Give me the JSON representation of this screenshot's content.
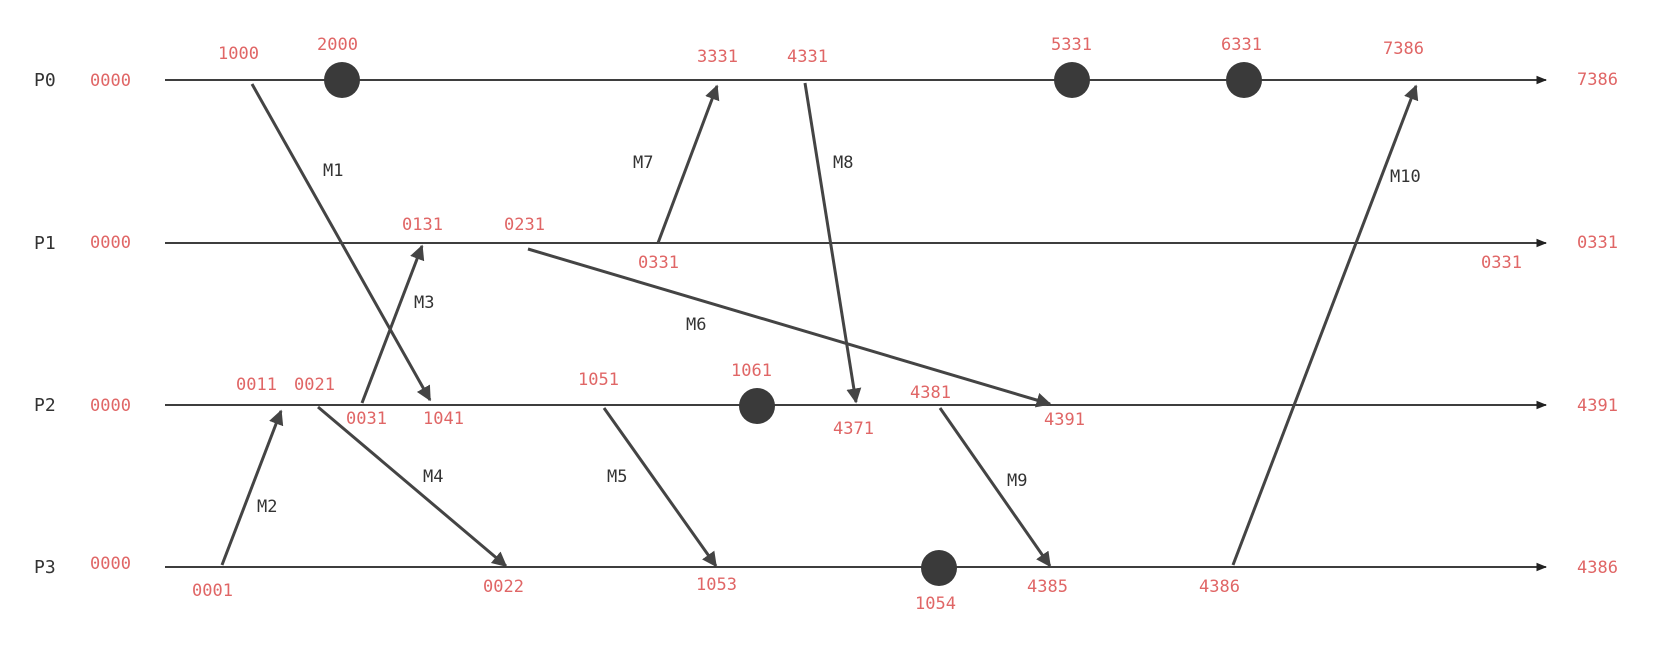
{
  "processes": [
    {
      "id": "P0",
      "label": "P0",
      "initial": "0000",
      "final": "7386"
    },
    {
      "id": "P1",
      "label": "P1",
      "initial": "0000",
      "final": "0331"
    },
    {
      "id": "P2",
      "label": "P2",
      "initial": "0000",
      "final": "4391"
    },
    {
      "id": "P3",
      "label": "P3",
      "initial": "0000",
      "final": "4386"
    }
  ],
  "events": [
    {
      "proc": "P0",
      "clock": "1000"
    },
    {
      "proc": "P0",
      "clock": "2000",
      "dot": true
    },
    {
      "proc": "P0",
      "clock": "3331"
    },
    {
      "proc": "P0",
      "clock": "4331"
    },
    {
      "proc": "P0",
      "clock": "5331",
      "dot": true
    },
    {
      "proc": "P0",
      "clock": "6331",
      "dot": true
    },
    {
      "proc": "P0",
      "clock": "7386"
    },
    {
      "proc": "P1",
      "clock": "0131"
    },
    {
      "proc": "P1",
      "clock": "0231"
    },
    {
      "proc": "P1",
      "clock": "0331"
    },
    {
      "proc": "P1",
      "clock": "0331"
    },
    {
      "proc": "P2",
      "clock": "0011"
    },
    {
      "proc": "P2",
      "clock": "0021"
    },
    {
      "proc": "P2",
      "clock": "0031"
    },
    {
      "proc": "P2",
      "clock": "1041"
    },
    {
      "proc": "P2",
      "clock": "1051"
    },
    {
      "proc": "P2",
      "clock": "1061",
      "dot": true
    },
    {
      "proc": "P2",
      "clock": "4371"
    },
    {
      "proc": "P2",
      "clock": "4381"
    },
    {
      "proc": "P2",
      "clock": "4391"
    },
    {
      "proc": "P3",
      "clock": "0001"
    },
    {
      "proc": "P3",
      "clock": "0022"
    },
    {
      "proc": "P3",
      "clock": "1053"
    },
    {
      "proc": "P3",
      "clock": "1054",
      "dot": true
    },
    {
      "proc": "P3",
      "clock": "4385"
    },
    {
      "proc": "P3",
      "clock": "4386"
    }
  ],
  "messages": [
    {
      "label": "M1",
      "from": "P0",
      "to": "P2"
    },
    {
      "label": "M2",
      "from": "P3",
      "to": "P2"
    },
    {
      "label": "M3",
      "from": "P2",
      "to": "P1"
    },
    {
      "label": "M4",
      "from": "P2",
      "to": "P3"
    },
    {
      "label": "M5",
      "from": "P2",
      "to": "P3"
    },
    {
      "label": "M6",
      "from": "P1",
      "to": "P2"
    },
    {
      "label": "M7",
      "from": "P1",
      "to": "P0"
    },
    {
      "label": "M8",
      "from": "P0",
      "to": "P2"
    },
    {
      "label": "M9",
      "from": "P2",
      "to": "P3"
    },
    {
      "label": "M10",
      "from": "P3",
      "to": "P0"
    }
  ],
  "colors": {
    "clock_text": "#e06666",
    "process_label": "#333333",
    "line": "#222222",
    "message": "#444444",
    "dot": "#3a3a3a"
  }
}
